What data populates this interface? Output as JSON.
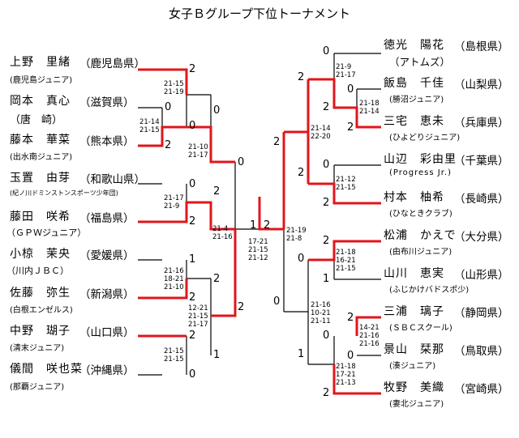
{
  "title": "女子Ｂグループ下位トーナメント",
  "left_players": [
    {
      "name": "上野　里緒",
      "pref": "（鹿児島県）",
      "club": "(鹿児島ジュニア)"
    },
    {
      "name": "岡本　真心",
      "pref": "（滋賀県）",
      "club": "（唐　崎）"
    },
    {
      "name": "藤本　華菜",
      "pref": "（熊本県）",
      "club": "(出水南ジュニア)"
    },
    {
      "name": "玉置　由芽",
      "pref": "（和歌山県）",
      "club": "(紀ノ川ドミンストンスポーツ少年団)"
    },
    {
      "name": "藤田　咲希",
      "pref": "（福島県）",
      "club": "（ＧＰＷジュニア）"
    },
    {
      "name": "小椋　茉央",
      "pref": "（愛媛県）",
      "club": "（川内ＪＢＣ）"
    },
    {
      "name": "佐藤　弥生",
      "pref": "（新潟県）",
      "club": "(白根エンゼルス)"
    },
    {
      "name": "中野　瑚子",
      "pref": "（山口県）",
      "club": "(清末ジュニア)"
    },
    {
      "name": "儀間　咲也菜",
      "pref": "（沖縄県）",
      "club": "(那覇ジュニア)"
    }
  ],
  "right_players": [
    {
      "name": "徳光　陽花",
      "pref": "（島根県）",
      "club": "（アトムズ）"
    },
    {
      "name": "飯島　千佳",
      "pref": "（山梨県）",
      "club": "(勝沼ジュニア)"
    },
    {
      "name": "三宅　恵未",
      "pref": "（兵庫県）",
      "club": "(ひよどりジュニア)"
    },
    {
      "name": "山辺　彩由里",
      "pref": "（千葉県）",
      "club": "(Progress Jr.)"
    },
    {
      "name": "村本　柚希",
      "pref": "（長崎県）",
      "club": "(ひなときクラブ)"
    },
    {
      "name": "松浦　かえで",
      "pref": "（大分県）",
      "club": "(由布川ジュニア)"
    },
    {
      "name": "山川　恵実",
      "pref": "（山形県）",
      "club": "(ふじかけバドスポ少)"
    },
    {
      "name": "三浦　璃子",
      "pref": "（静岡県）",
      "club": "(ＳＢＣスクール)"
    },
    {
      "name": "景山　栞那",
      "pref": "（鳥取県）",
      "club": "(湊ジュニア)"
    },
    {
      "name": "牧野　美織",
      "pref": "（宮崎県）",
      "club": "(妻北ジュニア)"
    }
  ],
  "match_scores": {
    "L_p3": {
      "top": "0",
      "bottom": "2",
      "games": [
        "21-14",
        "21-15"
      ]
    },
    "L_qf1": {
      "top": "2",
      "bottom": "0",
      "games": [
        "21-15",
        "21-19"
      ]
    },
    "L_qf2": {
      "top": "0",
      "bottom": "2",
      "games": [
        "21-17",
        "21-9"
      ]
    },
    "L_qf3": {
      "top": "1",
      "bottom": "2",
      "games": [
        "21-16",
        "18-21",
        "21-10"
      ]
    },
    "L_qf4": {
      "top": "2",
      "bottom": "0",
      "games": [
        "21-15",
        "21-15"
      ]
    },
    "L_sf1": {
      "top": "0",
      "bottom": "2",
      "games": [
        "21-10",
        "21-17"
      ]
    },
    "L_sf2": {
      "top": "2",
      "bottom": "1",
      "games": [
        "12-21",
        "21-15",
        "21-17"
      ]
    },
    "L_f": {
      "top": "0",
      "bottom": "2",
      "games": [
        "21-4",
        "21-16"
      ]
    },
    "F": {
      "left": "1",
      "right": "2",
      "games": [
        "17-21",
        "21-15",
        "21-12"
      ]
    },
    "R_p2": {
      "top": "0",
      "bottom": "2",
      "games": [
        "21-18",
        "21-14"
      ]
    },
    "R_p8": {
      "top": "2",
      "bottom": "0",
      "games": [
        "14-21",
        "21-16",
        "21-16"
      ]
    },
    "R_qf1": {
      "top": "0",
      "bottom": "2",
      "games": [
        "21-9",
        "21-17"
      ]
    },
    "R_qf2": {
      "top": "0",
      "bottom": "2",
      "games": [
        "21-12",
        "21-15"
      ]
    },
    "R_qf3": {
      "top": "2",
      "bottom": "1",
      "games": [
        "21-18",
        "16-21",
        "21-15"
      ]
    },
    "R_qf4": {
      "top": "0",
      "bottom": "2",
      "games": [
        "21-18",
        "17-21",
        "21-13"
      ]
    },
    "R_sf1": {
      "top": "2",
      "bottom": "2",
      "games": [
        "21-14",
        "22-20"
      ]
    },
    "R_sf2": {
      "top": "0",
      "bottom": "1",
      "games": [
        "21-16",
        "10-21",
        "21-11"
      ]
    },
    "R_f": {
      "top": "2",
      "bottom": "0",
      "games": [
        "21-19",
        "21-8"
      ]
    }
  }
}
